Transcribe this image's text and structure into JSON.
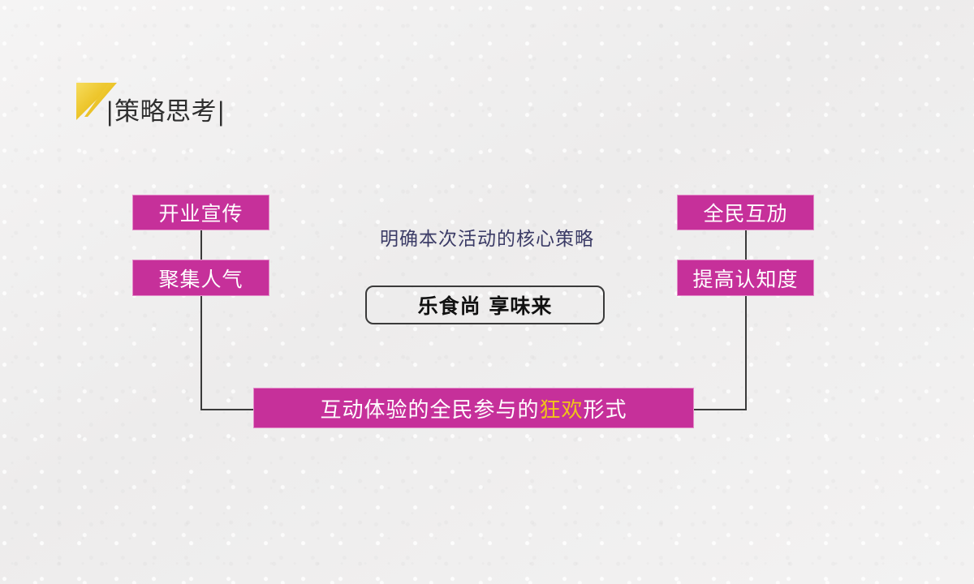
{
  "slide": {
    "background_color": "#f1f0f0",
    "title": {
      "text": "|策略思考|",
      "decor_icon": "gold-triangle-slash-icon",
      "decor_color": "#e8c22a"
    },
    "accent_colors": {
      "pink": "#c6309a",
      "pink_border": "#e48cc9",
      "gold": "#f0c419",
      "heading_navy": "#3b3b66",
      "line": "#3a3a3a"
    },
    "left_boxes": [
      {
        "label": "开业宣传"
      },
      {
        "label": "聚集人气"
      }
    ],
    "right_boxes": [
      {
        "label": "全民互劢"
      },
      {
        "label": "提高认知度"
      }
    ],
    "center": {
      "heading": "明确本次活动的核心策略",
      "slogan": "乐食尚 享味来"
    },
    "bottom_bar": {
      "text_before": "互动体验的全民参与的",
      "text_highlight": "狂欢",
      "text_after": "形式",
      "full_text": "互动体验的全民参与的狂欢形式"
    }
  }
}
